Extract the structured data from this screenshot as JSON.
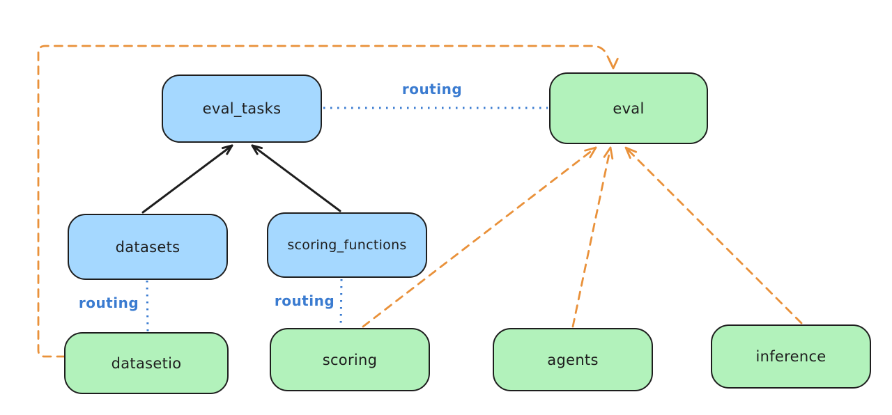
{
  "diagram": {
    "type": "architecture-routing-diagram"
  },
  "colors": {
    "canvas_bg": "#ffffff",
    "api_box_fill": "#a5d8ff",
    "provider_box_fill": "#b2f2bb",
    "stroke_dark": "#1e1e1e",
    "routing_blue": "#3a7bd0",
    "orange_dashed": "#e9913a"
  },
  "nodes": {
    "eval_tasks": {
      "label": "eval_tasks",
      "kind": "api"
    },
    "eval": {
      "label": "eval",
      "kind": "provider"
    },
    "datasets": {
      "label": "datasets",
      "kind": "api"
    },
    "scoring_functions": {
      "label": "scoring_functions",
      "kind": "api"
    },
    "datasetio": {
      "label": "datasetio",
      "kind": "provider"
    },
    "scoring": {
      "label": "scoring",
      "kind": "provider"
    },
    "agents": {
      "label": "agents",
      "kind": "provider"
    },
    "inference": {
      "label": "inference",
      "kind": "provider"
    }
  },
  "edges": [
    {
      "from": "datasets",
      "to": "eval_tasks",
      "style": "solid-arrow",
      "color": "black",
      "label": ""
    },
    {
      "from": "scoring_functions",
      "to": "eval_tasks",
      "style": "solid-arrow",
      "color": "black",
      "label": ""
    },
    {
      "from": "eval_tasks",
      "to": "eval",
      "style": "dotted",
      "color": "blue",
      "label": "routing"
    },
    {
      "from": "datasets",
      "to": "datasetio",
      "style": "dotted",
      "color": "blue",
      "label": "routing"
    },
    {
      "from": "scoring_functions",
      "to": "scoring",
      "style": "dotted",
      "color": "blue",
      "label": "routing"
    },
    {
      "from": "datasetio",
      "to": "eval",
      "style": "dashed-arrow",
      "color": "orange",
      "label": ""
    },
    {
      "from": "scoring",
      "to": "eval",
      "style": "dashed-arrow",
      "color": "orange",
      "label": ""
    },
    {
      "from": "agents",
      "to": "eval",
      "style": "dashed-arrow",
      "color": "orange",
      "label": ""
    },
    {
      "from": "inference",
      "to": "eval",
      "style": "dashed-arrow",
      "color": "orange",
      "label": ""
    }
  ]
}
